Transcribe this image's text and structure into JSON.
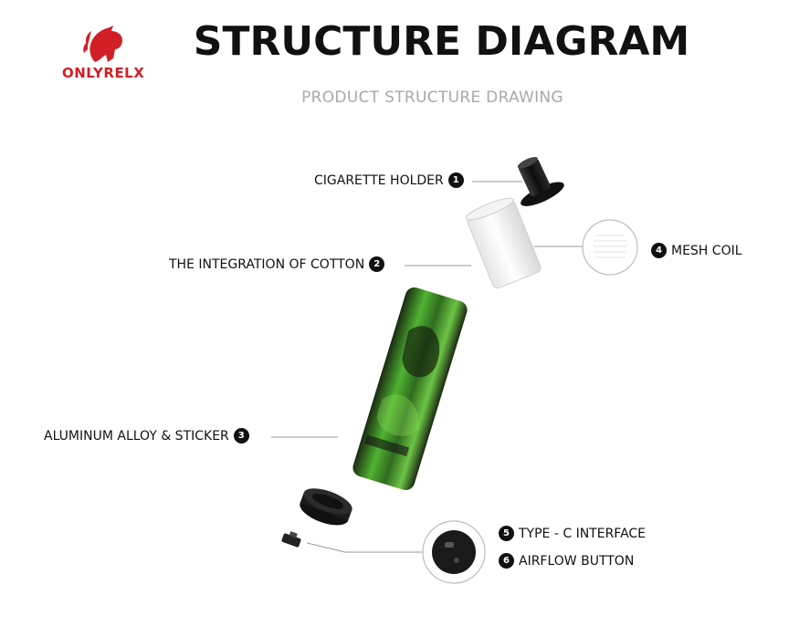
{
  "brand": {
    "logo_text": "ONLYRELX"
  },
  "header": {
    "title": "STRUCTURE DIAGRAM",
    "subtitle": "PRODUCT STRUCTURE DRAWING"
  },
  "parts": [
    {
      "number": "1",
      "label": "CIGARETTE HOLDER"
    },
    {
      "number": "2",
      "label": "THE INTEGRATION OF COTTON"
    },
    {
      "number": "3",
      "label": "ALUMINUM ALLOY & STICKER"
    },
    {
      "number": "4",
      "label": "MESH COIL"
    },
    {
      "number": "5",
      "label": "TYPE - C INTERFACE"
    },
    {
      "number": "6",
      "label": "AIRFLOW BUTTON"
    }
  ],
  "colors": {
    "brand_red": "#d21f26",
    "sticker_green": "#4fb332",
    "body_dark": "#1b2a12"
  }
}
